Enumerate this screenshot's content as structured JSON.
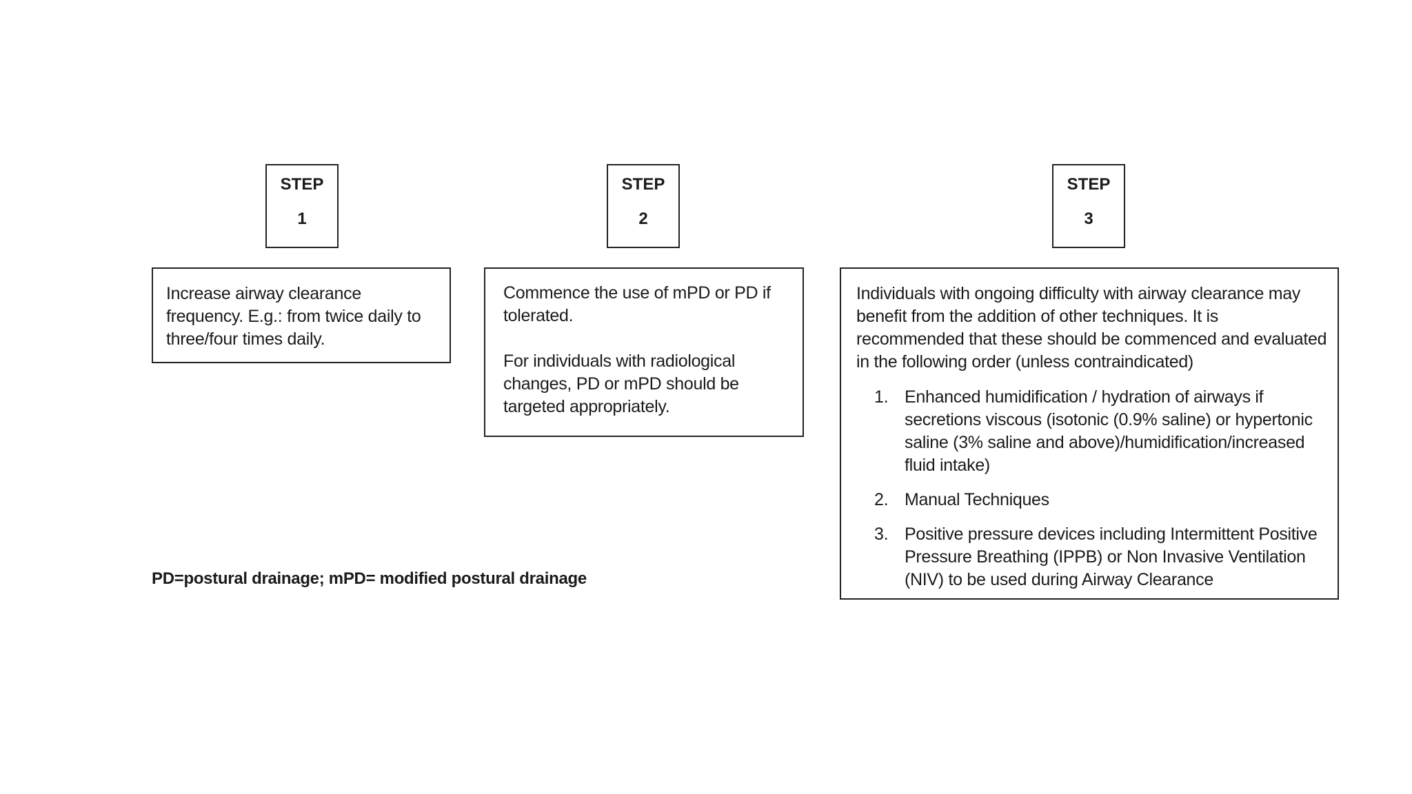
{
  "steps": [
    {
      "label": "STEP",
      "number": "1",
      "lines": [
        "Increase airway clearance frequency. E.g.: from twice daily to three/four times daily."
      ]
    },
    {
      "label": "STEP",
      "number": "2",
      "paragraphs": [
        "Commence the use of mPD or PD if tolerated.",
        "For individuals with radiological changes, PD or mPD should be targeted appropriately."
      ]
    },
    {
      "label": "STEP",
      "number": "3",
      "intro": "Individuals with ongoing difficulty with airway clearance may benefit from the addition of other techniques. It is recommended that these should be commenced and evaluated in the following order (unless contraindicated)",
      "items": [
        {
          "marker": "1.",
          "text": "Enhanced humidification / hydration of airways if secretions viscous (isotonic (0.9% saline) or hypertonic saline (3% saline and above)/humidification/increased fluid intake)"
        },
        {
          "marker": "2.",
          "text": "Manual Techniques"
        },
        {
          "marker": "3.",
          "text": "Positive pressure devices including Intermittent Positive Pressure Breathing (IPPB) or Non Invasive Ventilation (NIV) to be used during Airway Clearance"
        }
      ]
    }
  ],
  "footnote": "PD=postural drainage; mPD= modified postural drainage"
}
